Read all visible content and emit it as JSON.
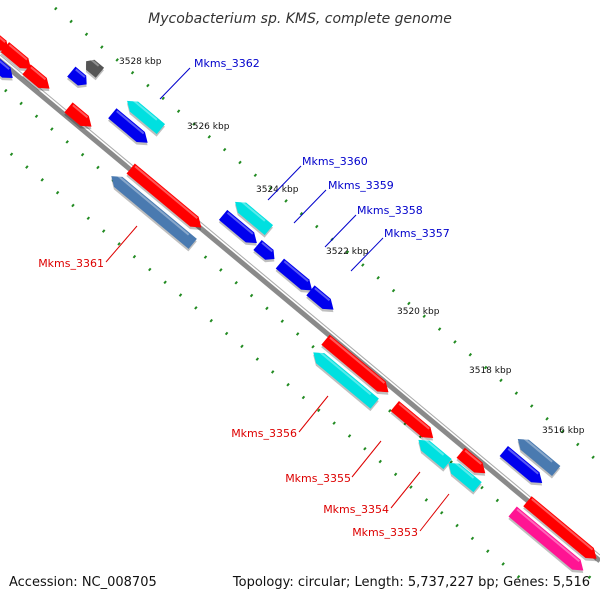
{
  "title": "Mycobacterium sp. KMS, complete genome",
  "footer": {
    "accession": "Accession: NC_008705",
    "topology": "Topology: circular; Length: 5,737,227 bp; Genes: 5,516"
  },
  "colors": {
    "backbone": "#777777",
    "tick": "#228b22",
    "forward_label": "#0000cc",
    "reverse_label": "#dd0000",
    "red": "#ff0000",
    "blue": "#0000ee",
    "cyan": "#00e0e0",
    "steel": "#4a7ab0",
    "gray": "#555555",
    "magenta": "#ff1493"
  },
  "scale_ticks": [
    "3528 kbp",
    "3526 kbp",
    "3524 kbp",
    "3522 kbp",
    "3520 kbp",
    "3518 kbp",
    "3516 kbp"
  ],
  "gene_labels": [
    {
      "text": "Mkms_3362",
      "strand": "forward"
    },
    {
      "text": "Mkms_3360",
      "strand": "forward"
    },
    {
      "text": "Mkms_3359",
      "strand": "forward"
    },
    {
      "text": "Mkms_3358",
      "strand": "forward"
    },
    {
      "text": "Mkms_3357",
      "strand": "forward"
    },
    {
      "text": "Mkms_3361",
      "strand": "reverse"
    },
    {
      "text": "Mkms_3356",
      "strand": "reverse"
    },
    {
      "text": "Mkms_3355",
      "strand": "reverse"
    },
    {
      "text": "Mkms_3354",
      "strand": "reverse"
    },
    {
      "text": "Mkms_3353",
      "strand": "reverse"
    }
  ]
}
